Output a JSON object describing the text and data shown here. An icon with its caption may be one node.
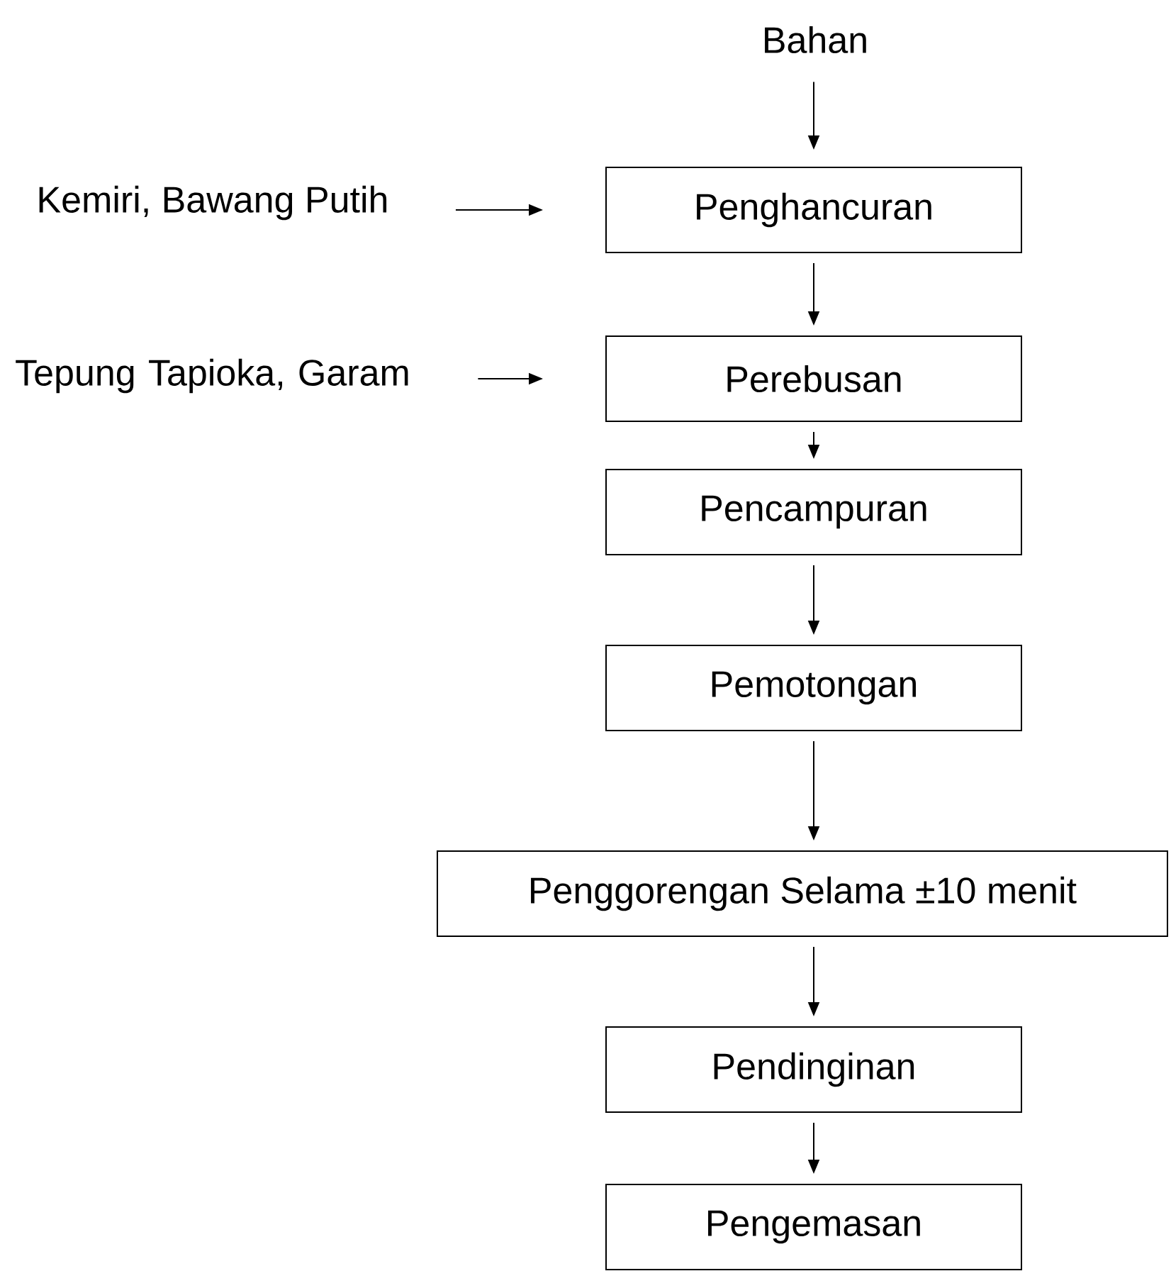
{
  "diagram": {
    "nodes": [
      {
        "text": [
          "Bahan"
        ]
      },
      {
        "text": [
          "Penghancuran"
        ]
      },
      {
        "text": [
          "Perebusan"
        ]
      },
      {
        "text": [
          "Pencampuran"
        ]
      },
      {
        "text": [
          "Pemotongan"
        ]
      },
      {
        "text": [
          "Penggorengan Selama ±10 menit"
        ]
      },
      {
        "text": [
          "Pendinginan"
        ]
      },
      {
        "text": [
          "Pengemasan"
        ]
      },
      {
        "text": [
          "Kemiri, Bawang Putih"
        ]
      },
      {
        "text": [
          "Tepung Tapioka, Garam"
        ]
      }
    ],
    "edges": [
      {
        "from": 0,
        "to": 1,
        "arrow": "to"
      },
      {
        "from": 1,
        "to": 2,
        "arrow": "to"
      },
      {
        "from": 2,
        "to": 3,
        "arrow": "to"
      },
      {
        "from": 3,
        "to": 4,
        "arrow": "to"
      },
      {
        "from": 4,
        "to": 5,
        "arrow": "to"
      },
      {
        "from": 5,
        "to": 6,
        "arrow": "to"
      },
      {
        "from": 6,
        "to": 7,
        "arrow": "to"
      },
      {
        "from": 8,
        "to": 1,
        "arrow": "to"
      },
      {
        "from": 9,
        "to": 2,
        "arrow": "to"
      }
    ]
  }
}
